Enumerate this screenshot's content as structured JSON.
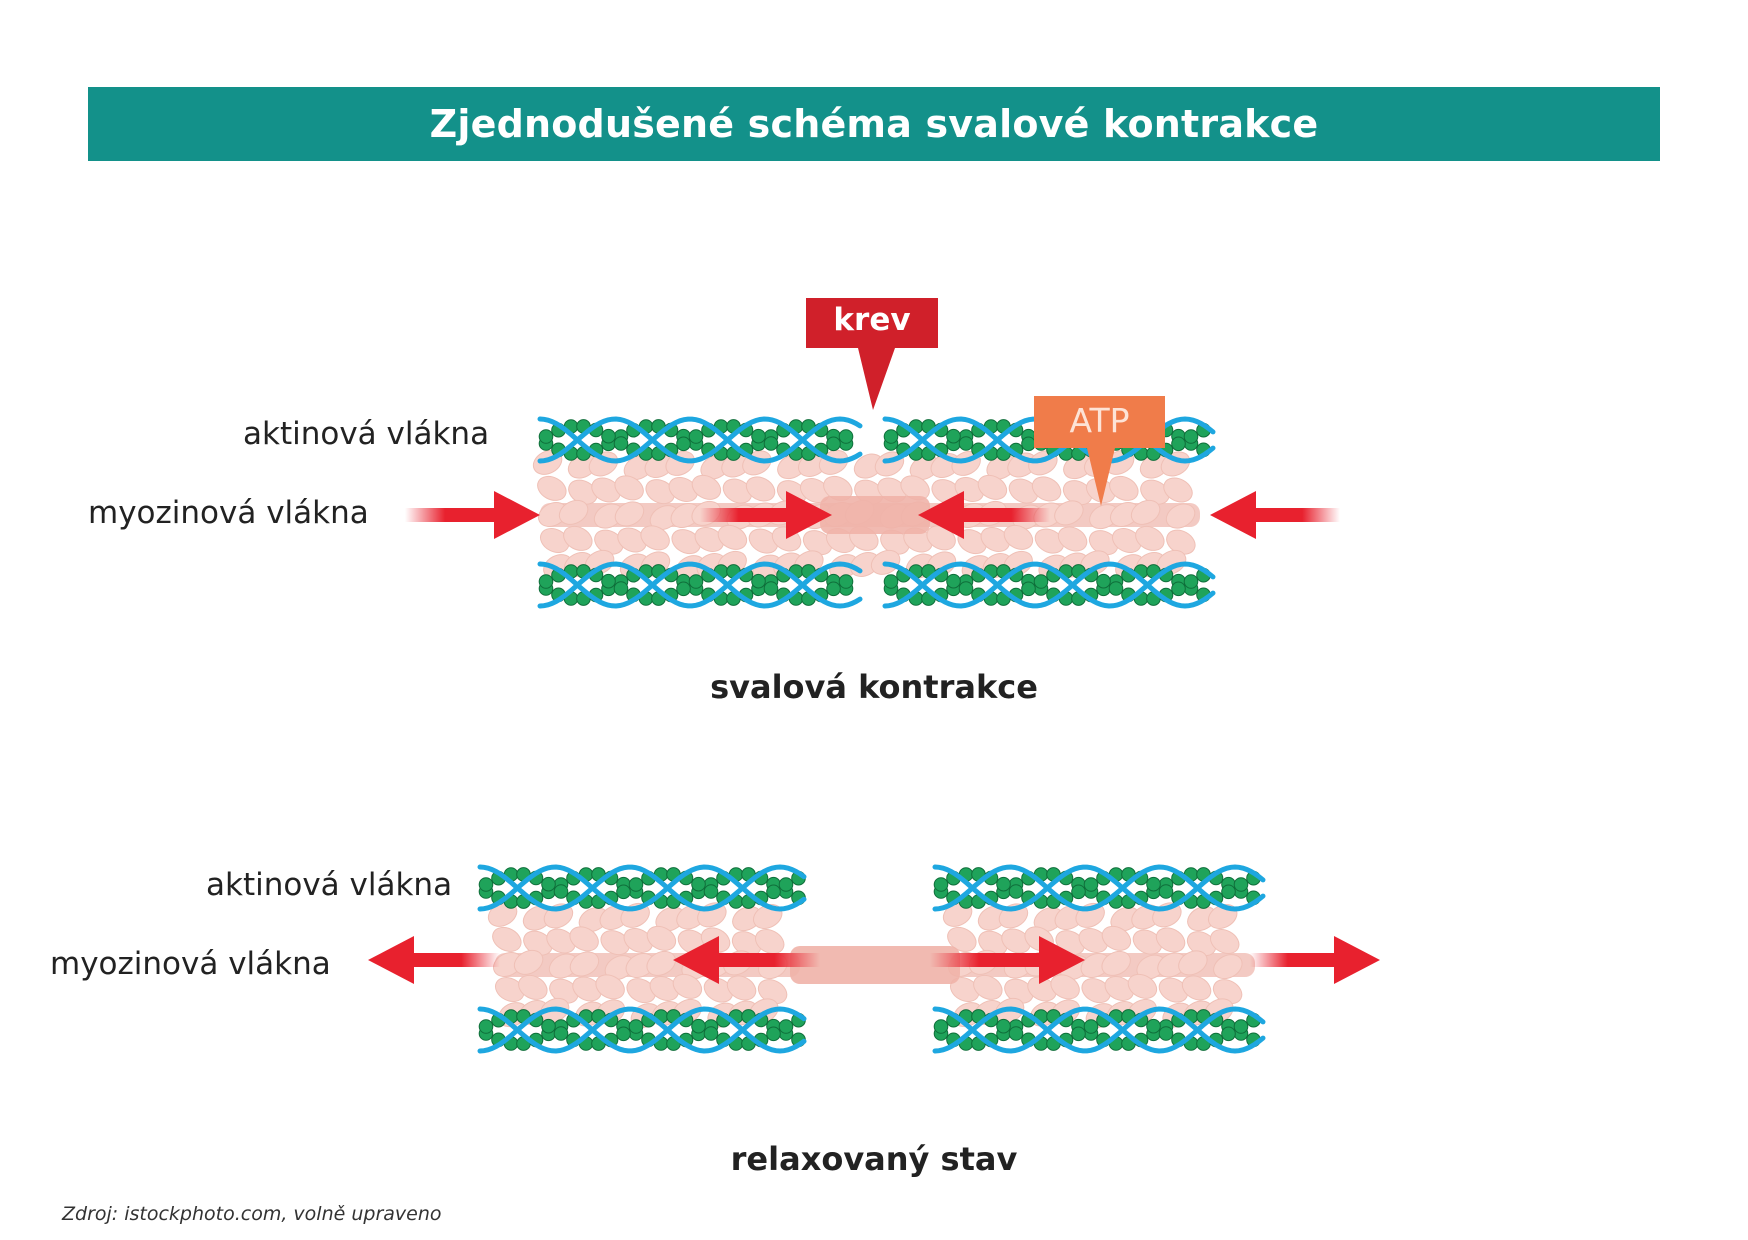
{
  "title": "Zjednodušené schéma svalové kontrakce",
  "contraction": {
    "label_actin": "aktinová vlákna",
    "label_myosin": "myozinová vlákna",
    "callout_blood": "krev",
    "callout_atp": "ATP",
    "caption": "svalová kontrakce"
  },
  "relaxed": {
    "label_actin": "aktinová vlákna",
    "label_myosin": "myozinová vlákna",
    "caption": "relaxovaný stav"
  },
  "source": "Zdroj: istockphoto.com, volně upraveno",
  "colors": {
    "title_bar": "#13918a",
    "actin_strand": "#1ea7e0",
    "actin_bead": "#1fa35a",
    "myosin": "#f2c4bc",
    "arrow": "#e8212e",
    "callout_blood": "#d0202a",
    "callout_atp": "#f07c4a"
  }
}
